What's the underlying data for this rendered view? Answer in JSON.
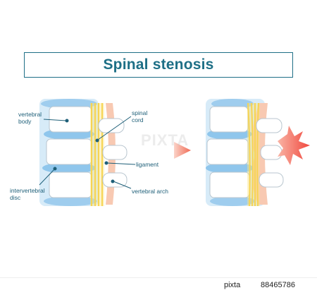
{
  "title": "Spinal stenosis",
  "labels": {
    "vertebral_body": "vertebral\nbody",
    "spinal_cord": "spinal\ncord",
    "ligament": "ligament",
    "intervertebral_disc": "intervertebral\ndisc",
    "vertebral_arch": "vertebral arch"
  },
  "watermark": "PIXTA",
  "footer": {
    "logo": "pixta",
    "image_id": "88465786"
  },
  "colors": {
    "title": "#1e6f86",
    "label": "#1e5f78",
    "bone": "#ffffff",
    "bone_shadow": "#cfd8de",
    "column_bg": "#cfe6f6",
    "disc": "#8fc6ec",
    "cord_yellow": "#f6d23a",
    "ligament_pink": "#f8c9b2",
    "pain": "#f0483e",
    "arrow": "#f07a64"
  }
}
